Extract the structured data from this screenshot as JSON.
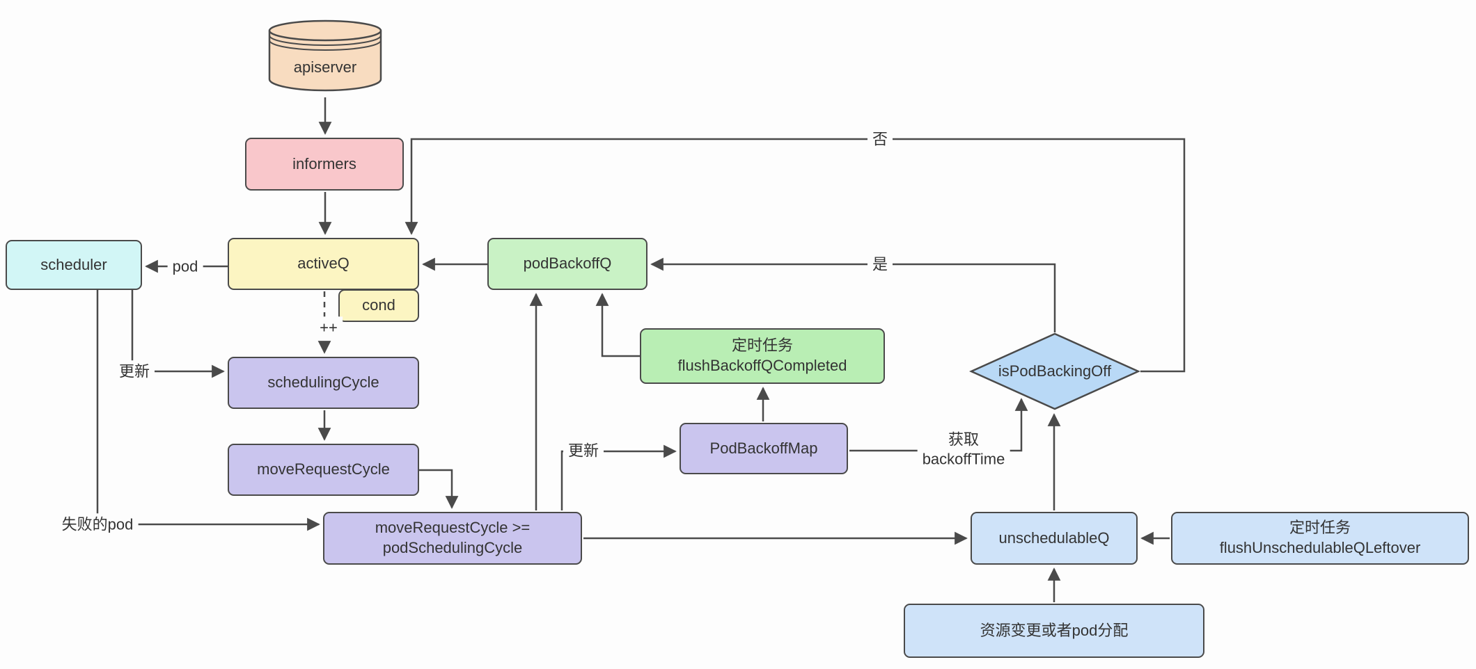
{
  "colors": {
    "line": "#4a4a4a",
    "background": "#fdfdfd",
    "text": "#333333"
  },
  "nodes": {
    "apiserver": {
      "label": "apiserver",
      "fill": "#f8dcc0"
    },
    "informers": {
      "label": "informers",
      "fill": "#f9c7cb"
    },
    "scheduler": {
      "label": "scheduler",
      "fill": "#d2f6f6"
    },
    "activeQ": {
      "label": "activeQ",
      "fill": "#fcf5c2"
    },
    "cond": {
      "label": "cond",
      "fill": "#fcf5c2"
    },
    "podBackoffQ": {
      "label": "podBackoffQ",
      "fill": "#c9f2c5"
    },
    "flushBackoffQCompleted": {
      "label": "定时任务\nflushBackoffQCompleted",
      "fill": "#b9eeb4"
    },
    "schedulingCycle": {
      "label": "schedulingCycle",
      "fill": "#cac5ee"
    },
    "moveRequestCycle": {
      "label": "moveRequestCycle",
      "fill": "#cac5ee"
    },
    "moveRequestGte": {
      "label": "moveRequestCycle >=\npodSchedulingCycle",
      "fill": "#cac5ee"
    },
    "podBackoffMap": {
      "label": "PodBackoffMap",
      "fill": "#cac5ee"
    },
    "isPodBackingOff": {
      "label": "isPodBackingOff",
      "fill": "#b9d9f6"
    },
    "unschedulableQ": {
      "label": "unschedulableQ",
      "fill": "#cfe3f9"
    },
    "flushUnschedulableQLeftover": {
      "label": "定时任务\nflushUnschedulableQLeftover",
      "fill": "#cfe3f9"
    },
    "resourceChange": {
      "label": "资源变更或者pod分配",
      "fill": "#cfe3f9"
    }
  },
  "edge_labels": {
    "pod": "pod",
    "increment": "++",
    "update_scheduler": "更新",
    "failed_pod": "失败的pod",
    "update_backoff": "更新",
    "get_backoff_time": "获取\nbackoffTime",
    "no": "否",
    "yes": "是"
  }
}
